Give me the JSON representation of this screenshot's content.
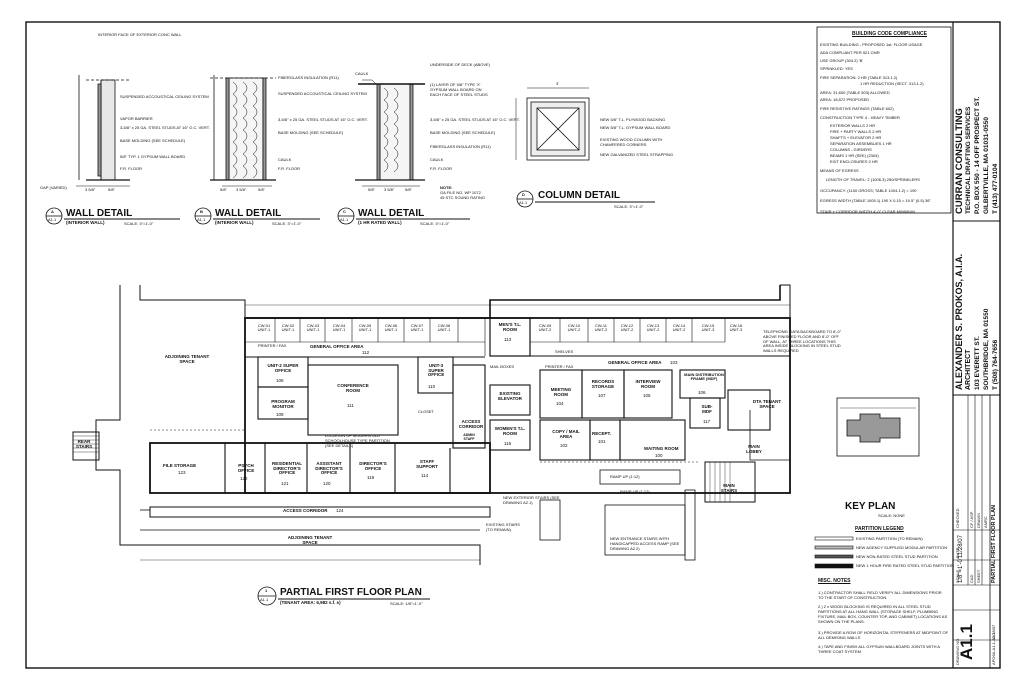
{
  "sheet": {
    "number": "A1.1",
    "title": "PARTIAL FIRST FLOOR PLAN",
    "scale": "1/8\"=1'-0\"",
    "date": "11/28/07",
    "project_no": "APO6A-A1.1-A2.1"
  },
  "wall_details": [
    {
      "tag": "A",
      "sheet": "A1.1",
      "title": "WALL DETAIL",
      "subtitle": "(INTERIOR WALL)",
      "scale": "SCALE: 3\"=1'-0\""
    },
    {
      "tag": "B",
      "sheet": "A1.1",
      "title": "WALL DETAIL",
      "subtitle": "(INTERIOR WALL)",
      "scale": "SCALE: 3\"=1'-0\""
    },
    {
      "tag": "C",
      "sheet": "A1.1",
      "title": "WALL DETAIL",
      "subtitle": "(1 HR RATED WALL)",
      "scale": "SCALE: 3\"=1'-0\""
    }
  ],
  "detail_notes": {
    "a": [
      "INTERIOR FACE OF EXTERIOR CONC WALL",
      "SUSPENDED ACCOUSTICAL CEILING SYSTEM",
      "VAPOR BARRIER",
      "3-5/8\" x 25 GA. STEEL STUDS AT 16\" O.C. VERT.",
      "BASE MOLDING (SEE SCHEDULE)",
      "5/8\" TYP. 1 GYPSUM WALL BOARD",
      "F.R. FLOOR"
    ],
    "b": [
      "FIBERGLASS INSULATION (R11)",
      "SUSPENDED ACCOUSTICAL CEILING SYSTEM",
      "3-5/8\" x 25 GA. STEEL STUDS AT 16\" O.C. VERT.",
      "BASE MOLDING (SEE SCHEDULE)",
      "CAULK",
      "F.R. FLOOR"
    ],
    "c": [
      "UNDERSIDE OF DECK (ABOVE)",
      "CAULK",
      "(1) LAYER OF 5/8\" TYPE 'X' GYPSUM WALL BOARD ON EACH FACE OF STEEL STUDS",
      "3-5/8\" x 25 GA. STEEL STUDS AT 16\" O.C. VERT.",
      "BASE MOLDING (SEE SCHEDULE)",
      "FIBERGLASS INSULATION (R11)",
      "CAULK",
      "F.R. FLOOR"
    ],
    "c_note": [
      "NOTE:",
      "GA FILE NO. WP 1072",
      "45 STC SOUND RATING"
    ],
    "dims_a": [
      "GAP (VARIED)",
      "3 5/8\"",
      "5/8\""
    ],
    "dims_b": [
      "5/8\"",
      "3 5/8\"",
      "5/8\""
    ],
    "dims_c": [
      "5/8\"",
      "3 5/8\"",
      "5/8\""
    ]
  },
  "column_detail": {
    "tag": "D",
    "sheet": "A1.1",
    "title": "COLUMN DETAIL",
    "scale": "SCALE: 3\"=1'-0\"",
    "dim": "3'",
    "notes": [
      "NEW 5/8\" T.L. PLYWOOD BACKING",
      "NEW 5/8\" T.L. GYPSUM WALL BOARD",
      "EXISTING WOOD COLUMN WITH CHAMFERED CORNERS",
      "NEW GALVANIZED STEEL STRAPPING"
    ]
  },
  "code": {
    "title": "BUILDING CODE COMPLIANCE",
    "lines": [
      "EXISTING BUILDING - PROPOSED 1st. FLOOR USAGE",
      "ADA COMPLIANT PER 521 CMR",
      "USE GROUP (304.2) 'B'",
      "SPRINKLED: YES",
      "FIRE SEPARATION: 2 HR (TABLE 313.1.2)",
      "1 HR REDUCTION (SECT. 313.1.2)",
      "AREA: 31,600 (TABLE 503) ALLOWED",
      "AREA: 18,572  PROPOSED",
      "FIRE RESISTIVE RATINGS (TABLE 602)",
      "CONSTRUCTION TYPE 4 - HEAVY TIMBER",
      "EXTERIOR WALLS  2 HR",
      "FIRE + PARTY WALLS  2 HR",
      "SHAFTS + ELEVATOR  2 HR",
      "SEPARATION ASSEMBLIES  1 HR",
      "COLUMNS - GIRDERS  ",
      "BEAMS  1 HR (SEE) (2304)",
      "EXIT ENCLOSURES  2 HR",
      "MEANS OF EGRESS",
      "LENGTH OF TRAVEL: 2 (1006.3) 250/SPRINKLERS",
      "OCCUPANCY: (1100 GROSS; TABLE 1004.1.2) = 190",
      "EGRESS WIDTH (TABLE 1005.1) 190 X 0.15 = 19.5\" (0.5) 36\"",
      "STAIR + CORRIDOR WIDTH 4'-0\" CLEAR MINIMUM"
    ]
  },
  "firm": {
    "name": "CURRAN CONSULTING",
    "tagline": "TECHNICAL DRAFTING SERVICES",
    "address1": "P.O. BOX 550 - 14 OFF PROSPECT ST.",
    "address2": "GILBERTVILLE, MA 01031-0550",
    "phone": "T (413) 477-0104"
  },
  "architect": {
    "name": "ALEXANDER S. PROKOS, A.I.A.",
    "role": "ARCHITECT",
    "address1": "103 EVERETT ST.",
    "address2": "SOUTHBRIDGE, MA 01550",
    "phone": "T (508) 764-7656"
  },
  "plan": {
    "tag": "1",
    "sheet": "A1.1",
    "title": "PARTIAL FIRST FLOOR PLAN",
    "subtitle": "(TENANT AREA: 6,982 s.f. ±)",
    "scale": "SCALE: 1/8\"=1'-0\"",
    "rooms": [
      {
        "label": "ADJOINING TENANT SPACE"
      },
      {
        "label": "UNIT-2 SUPER OFFICE",
        "num": "108"
      },
      {
        "label": "PROGRAM MONITOR",
        "num": "109"
      },
      {
        "label": "CONFERENCE ROOM",
        "num": "111"
      },
      {
        "label": "UNIT-3 SUPER OFFICE",
        "num": "110"
      },
      {
        "label": "GENERAL OFFICE AREA",
        "num": "112"
      },
      {
        "label": "MEN'S T.L. ROOM",
        "num": "113"
      },
      {
        "label": "EXISTING ELEVATOR"
      },
      {
        "label": "WOMEN'S T.L. ROOM",
        "num": "116"
      },
      {
        "label": "ACCESS CORRIDOR"
      },
      {
        "label": "MEETING ROOM",
        "num": "104"
      },
      {
        "label": "RECORDS STORAGE",
        "num": "107"
      },
      {
        "label": "INTERVIEW ROOM",
        "num": "105"
      },
      {
        "label": "MAIN DISTRIBUTION FRAME (MDF)",
        "num": "106"
      },
      {
        "label": "GENERAL OFFICE AREA",
        "num": "103"
      },
      {
        "label": "COPY / MAIL AREA",
        "num": "102"
      },
      {
        "label": "RECEPT.",
        "num": "101"
      },
      {
        "label": "WAITING ROOM",
        "num": "100"
      },
      {
        "label": "MAIN LOBBY"
      },
      {
        "label": "MAIN STAIRS"
      },
      {
        "label": "DTA TENANT SPACE"
      },
      {
        "label": "FILE STORAGE",
        "num": "123"
      },
      {
        "label": "PSYCH OFFICE",
        "num": "122"
      },
      {
        "label": "RESIDENTIAL DIRECTOR'S OFFICE",
        "num": "121"
      },
      {
        "label": "ASSISTANT DIRECTOR'S OFFICE",
        "num": "120"
      },
      {
        "label": "DIRECTOR'S OFFICE",
        "num": "119"
      },
      {
        "label": "STAFF SUPPORT",
        "num": "114"
      },
      {
        "label": "ACCESS CORRIDOR",
        "num": "124"
      },
      {
        "label": "ADJOINING TENANT SPACE"
      },
      {
        "label": "REAR STAIRS"
      },
      {
        "label": "SUB-MDF",
        "num": "117"
      },
      {
        "label": "ADMIN STAFF"
      }
    ],
    "cw_labels": [
      "CW-01 UNIT-1",
      "CW-02 UNIT-1",
      "CW-03 UNIT-1",
      "CW-04 UNIT-1",
      "CW-05 UNIT-1",
      "CW-06 UNIT-1",
      "CW-07 UNIT-1",
      "CW-08 UNIT-1"
    ],
    "cw_labels_right": [
      "CW-09 UNIT-2",
      "CW-10 UNIT-2",
      "CW-11 UNIT-2",
      "CW-12 UNIT-2",
      "CW-13 UNIT-2",
      "CW-14 UNIT-2",
      "CW-15 UNIT-3",
      "CW-16 UNIT-3"
    ],
    "callouts": [
      "TELEPHONE/ DATA BACKBOARD TO 8'-0\" ABOVE FINISHED FLOOR AND 8'-0\" OFF OF WALL, AT THREE LOCATIONS THIS AREA INSIDE BLOCKING IN STEEL STUD WALLS REQUIRED",
      "NEW EXTERIOR STAIRS (SEE DRAWING A2.1)",
      "LOCATION OF MODERN OLD SCHOOLHOUSE TYPE PARTITION (SEE DETAILS)",
      "EXISTING STAIRS (TO REMAIN)",
      "NEW ENTRANCE STAIRS WITH HANDICAPPED ACCESS RAMP (SEE DRAWING A2.2)",
      "RAMP UP (1:12)",
      "RAMP UP (1:12)",
      "MAIL BOXES",
      "PRINTER / FAX",
      "PRINTER / FAX",
      "SHELVES",
      "CLOSET"
    ]
  },
  "key_plan": {
    "title": "KEY PLAN",
    "scale": "SCALE: NONE"
  },
  "legend": {
    "title": "PARTITION LEGEND",
    "items": [
      "EXISTING PARTITION (TO REMAIN)",
      "NEW AGENCY SUPPLIED MODULAR PARTITION",
      "NEW NON-RATED STEEL STUD PARTITION",
      "NEW 1 HOUR FIRE RATED STEEL STUD PARTITION"
    ]
  },
  "notes": {
    "title": "MISC. NOTES",
    "items": [
      "1.) CONTRACTOR SHALL FIELD VERIFY ALL DIMENSIONS PRIOR TO THE START OF CONSTRUCTION.",
      "2.) 2 x WOOD BLOCKING IS REQUIRED IN ALL STEEL STUD PARTITIONS AT ALL HANG WALL (STORAGE SHELF, PLUMBING FIXTURE, MAIL BOX, COUNTER TOP, AND CABINET) LOCATIONS AS SHOWN ON THE PLANS.",
      "3.) PROVIDE A ROW OF HORIZONTAL STIFFENERS AT MIDPOINT OF ALL DEMISING WALLS",
      "4.) TAPE AND FINISH ALL GYPSUM WALLBOARD JOINTS WITH A THREE COAT SYSTEM"
    ]
  },
  "titleblock": {
    "labels": [
      "DRAWN",
      "CHECKED",
      "DATE",
      "SCALE",
      "CAD",
      "SHEET",
      "DRAWING NO."
    ],
    "values": [
      "AMRC",
      "CF / ASP",
      "11/28/07",
      "1/8\"=1'-0\""
    ]
  }
}
